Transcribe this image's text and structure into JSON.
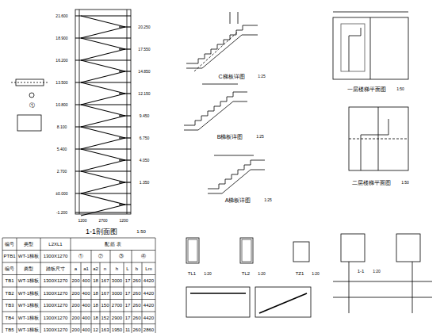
{
  "diagram": {
    "labels": [
      "1-1剖面图",
      "1:50",
      "C梯板详图",
      "1:25",
      "B梯板详图",
      "1:25",
      "A梯板详图",
      "1:25",
      "一层楼梯平面图",
      "1:50",
      "二层楼梯平面图",
      "1:50",
      "TL1",
      "1:20",
      "TL2",
      "1:20",
      "TZ1",
      "1:20",
      "1-1",
      "1:20",
      "21.600",
      "18.900",
      "16.200",
      "13.500",
      "10.800",
      "8.100",
      "5.400",
      "2.700",
      "±0.000",
      "-1.200",
      "20.250",
      "17.550",
      "14.850",
      "12.150",
      "9.450",
      "6.750",
      "4.050",
      "1.350",
      "1200",
      "2700",
      "1200",
      "①",
      "编号",
      "类型",
      "L2XL1",
      "配 筋 表",
      "PTB1",
      "WT-1梯板",
      "1300X1270",
      "①",
      "②",
      "③",
      "④",
      "编号",
      "类型",
      "踏板尺寸",
      "a",
      "a1",
      "a2",
      "n",
      "h",
      "L",
      "b",
      "Lm",
      "TB1",
      "WT-1梯板",
      "1300X1270",
      "200",
      "400",
      "18",
      "167",
      "3000",
      "17",
      "260",
      "4420",
      "TB2",
      "WT-1梯板",
      "1300X1270",
      "200",
      "400",
      "18",
      "167",
      "3000",
      "17",
      "260",
      "4420",
      "TB3",
      "WT-1梯板",
      "1300X1270",
      "200",
      "400",
      "18",
      "150",
      "2700",
      "17",
      "260",
      "4420",
      "TB4",
      "WT-1梯板",
      "1300X1270",
      "200",
      "400",
      "18",
      "152",
      "2900",
      "17",
      "260",
      "4420",
      "TB5",
      "WT-1梯板",
      "1300X1270",
      "200",
      "400",
      "12",
      "163",
      "1950",
      "11",
      "260",
      "2860"
    ]
  }
}
